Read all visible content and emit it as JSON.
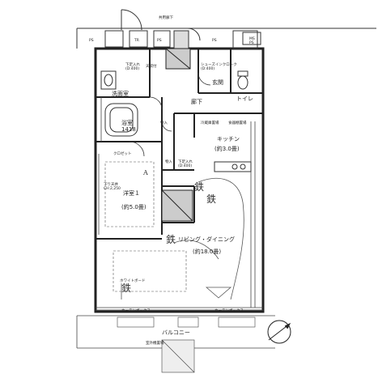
{
  "floor_plan": {
    "top_corridor": "共用廊下",
    "ps_left": "PS",
    "tr": "TR",
    "ps_mid": "PS",
    "ps_right": "PS",
    "ms_ps": "MS\nPS",
    "closet_washer": "下足入れ\n(D:400)",
    "closet_toilet": "天袋付",
    "shoes_box": "シューズインクローク\n(D:400)",
    "washroom": "洗面室",
    "entrance": "玄関",
    "toilet": "トイレ",
    "hallway": "廊下",
    "bathroom": "浴室\n1418",
    "closet_mid": "物入",
    "fridge": "冷蔵庫置場",
    "storage_kitchen": "食器棚置場",
    "kitchen": "キッチン",
    "kitchen_size": "(約3.0畳)",
    "closet_wardrobe": "クロゼット",
    "closet_w": "物入",
    "closet_d": "下足入れ\n(D:400)",
    "western1": "洋室１",
    "western1_size": "(約5.0畳)",
    "ceiling_note": "下り天井\nCH:2,250",
    "living": "リビング・ダイニング",
    "living_size": "(約18.0畳)",
    "ceiling_note_living": "ホワイトボード",
    "curtain_box_left": "カーテンボックス",
    "curtain_box_right": "カーテンボックス",
    "balcony": "バルコニー",
    "outdoor_unit": "室外機置場",
    "mark_A": "A",
    "mark_hand1": "鉄",
    "mark_hand2": "鉄",
    "mark_hand3": "鉄",
    "mark_hand4": "鉄"
  }
}
